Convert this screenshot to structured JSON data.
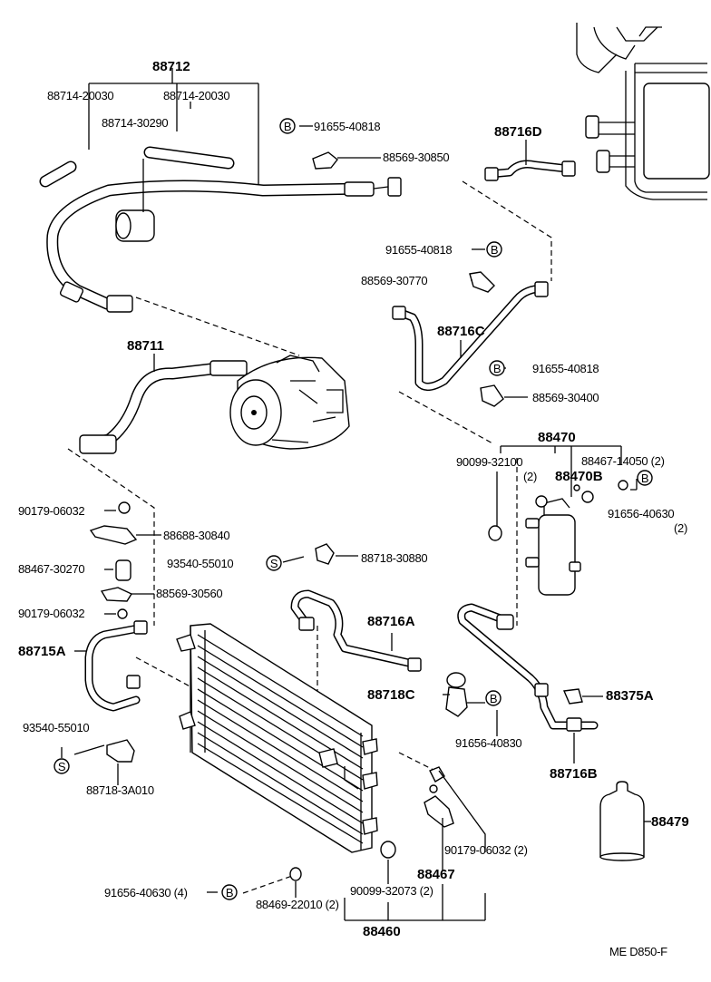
{
  "labels": {
    "l88712": "88712",
    "l88714a": "88714-20030",
    "l88714b": "88714-20030",
    "l88714c": "88714-30290",
    "l91655a": "91655-40818",
    "l88569a": "88569-30850",
    "l88716D": "88716D",
    "l91655b": "91655-40818",
    "l88569b": "88569-30770",
    "l88716C": "88716C",
    "l91655c": "91655-40818",
    "l88569c": "88569-30400",
    "l88711": "88711",
    "l88470": "88470",
    "l90099a": "90099-32100",
    "l90099a_q": "(2)",
    "l88470B": "88470B",
    "l88467a": "88467-14050 (2)",
    "l91656a": "91656-40630",
    "l91656a_q": "(2)",
    "l90179a": "90179-06032",
    "l88688": "88688-30840",
    "l93540a": "93540-55010",
    "l88718a": "88718-30880",
    "l88467b": "88467-30270",
    "l88569d": "88569-30560",
    "l90179b": "90179-06032",
    "l88716A": "88716A",
    "l88715A": "88715A",
    "l88718C": "88718C",
    "l88375A": "88375A",
    "l91656b": "91656-40830",
    "l93540b": "93540-55010",
    "l88716B": "88716B",
    "l88718b": "88718-3A010",
    "l88479": "88479",
    "l90179c": "90179-06032 (2)",
    "l88467c": "88467",
    "l91656c": "91656-40630 (4)",
    "l90099b": "90099-32073 (2)",
    "l88469": "88469-22010 (2)",
    "l88460": "88460",
    "footer": "ME  D850-F"
  },
  "markers": {
    "bolt": "B",
    "screw": "S"
  }
}
